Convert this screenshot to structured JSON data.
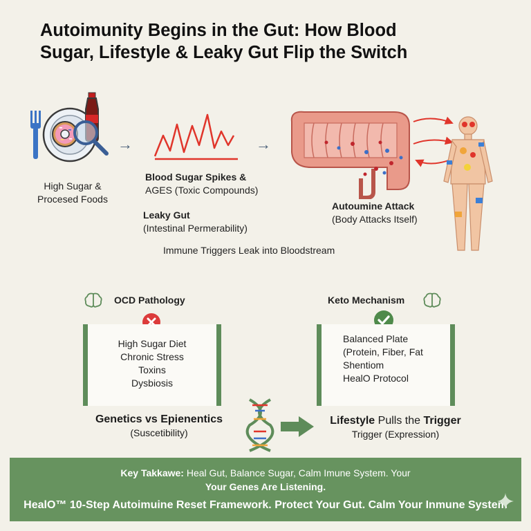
{
  "title": {
    "line1": "Autoimunity Begins in the Gut: How Blood",
    "line2": "Sugar, Lifestyle & Leaky Gut Flip the Switch"
  },
  "flow": {
    "food_line1": "High Sugar &",
    "food_line2": "Procesed Foods",
    "sugar_line1": "Blood Sugar Spikes &",
    "sugar_line2": "AGES (Toxic Compounds)",
    "leaky_title": "Leaky Gut",
    "leaky_sub": "(Intestinal Permerability)",
    "attack_title": "Autoumine Attack",
    "attack_sub": "(Body Attacks Itself)",
    "immune_line": "Immune Triggers Leak into Bloodstream"
  },
  "left_panel": {
    "heading": "OCD Pathology",
    "items": [
      "High Sugar Diet",
      "Chronic Stress",
      "Toxins",
      "Dysbiosis"
    ]
  },
  "right_panel": {
    "heading": "Keto Mechanism",
    "items": [
      "Balanced Plate",
      "(Protein, Fiber, Fat",
      "Shentiom",
      "HealO Protocol"
    ]
  },
  "genetics": {
    "title": "Genetics vs Epienentics",
    "sub": "(Suscetibility)",
    "lifestyle_a": "Lifestyle",
    "lifestyle_b": " Pulls the ",
    "lifestyle_c": "Trigger",
    "lifestyle_sub": "Trigger (Expression)"
  },
  "banner": {
    "key_label": "Key Takkawe:",
    "key_text": " Heal Gut, Balance Sugar, Calm Imune System. Your",
    "line2": "Your Genes Are Listening.",
    "line3": "HealO™ 10-Step Autoimuine Reset Framework. Protect Your Gut. Calm Your Inmune System"
  },
  "colors": {
    "accent_green": "#67935f",
    "panel_border": "#5e8c5a",
    "spike_red": "#e0352b",
    "check_green": "#4f8a4b",
    "cross_red": "#dc3b3b"
  },
  "icons": [
    "fork-icon",
    "plate-icon",
    "donut-icon",
    "soda-bottle-icon",
    "magnifier-icon",
    "spike-graph-icon",
    "intestine-icon",
    "human-body-icon",
    "brain-icon",
    "x-circle-icon",
    "check-circle-icon",
    "dna-icon",
    "arrow-right-icon",
    "sparkle-icon"
  ]
}
